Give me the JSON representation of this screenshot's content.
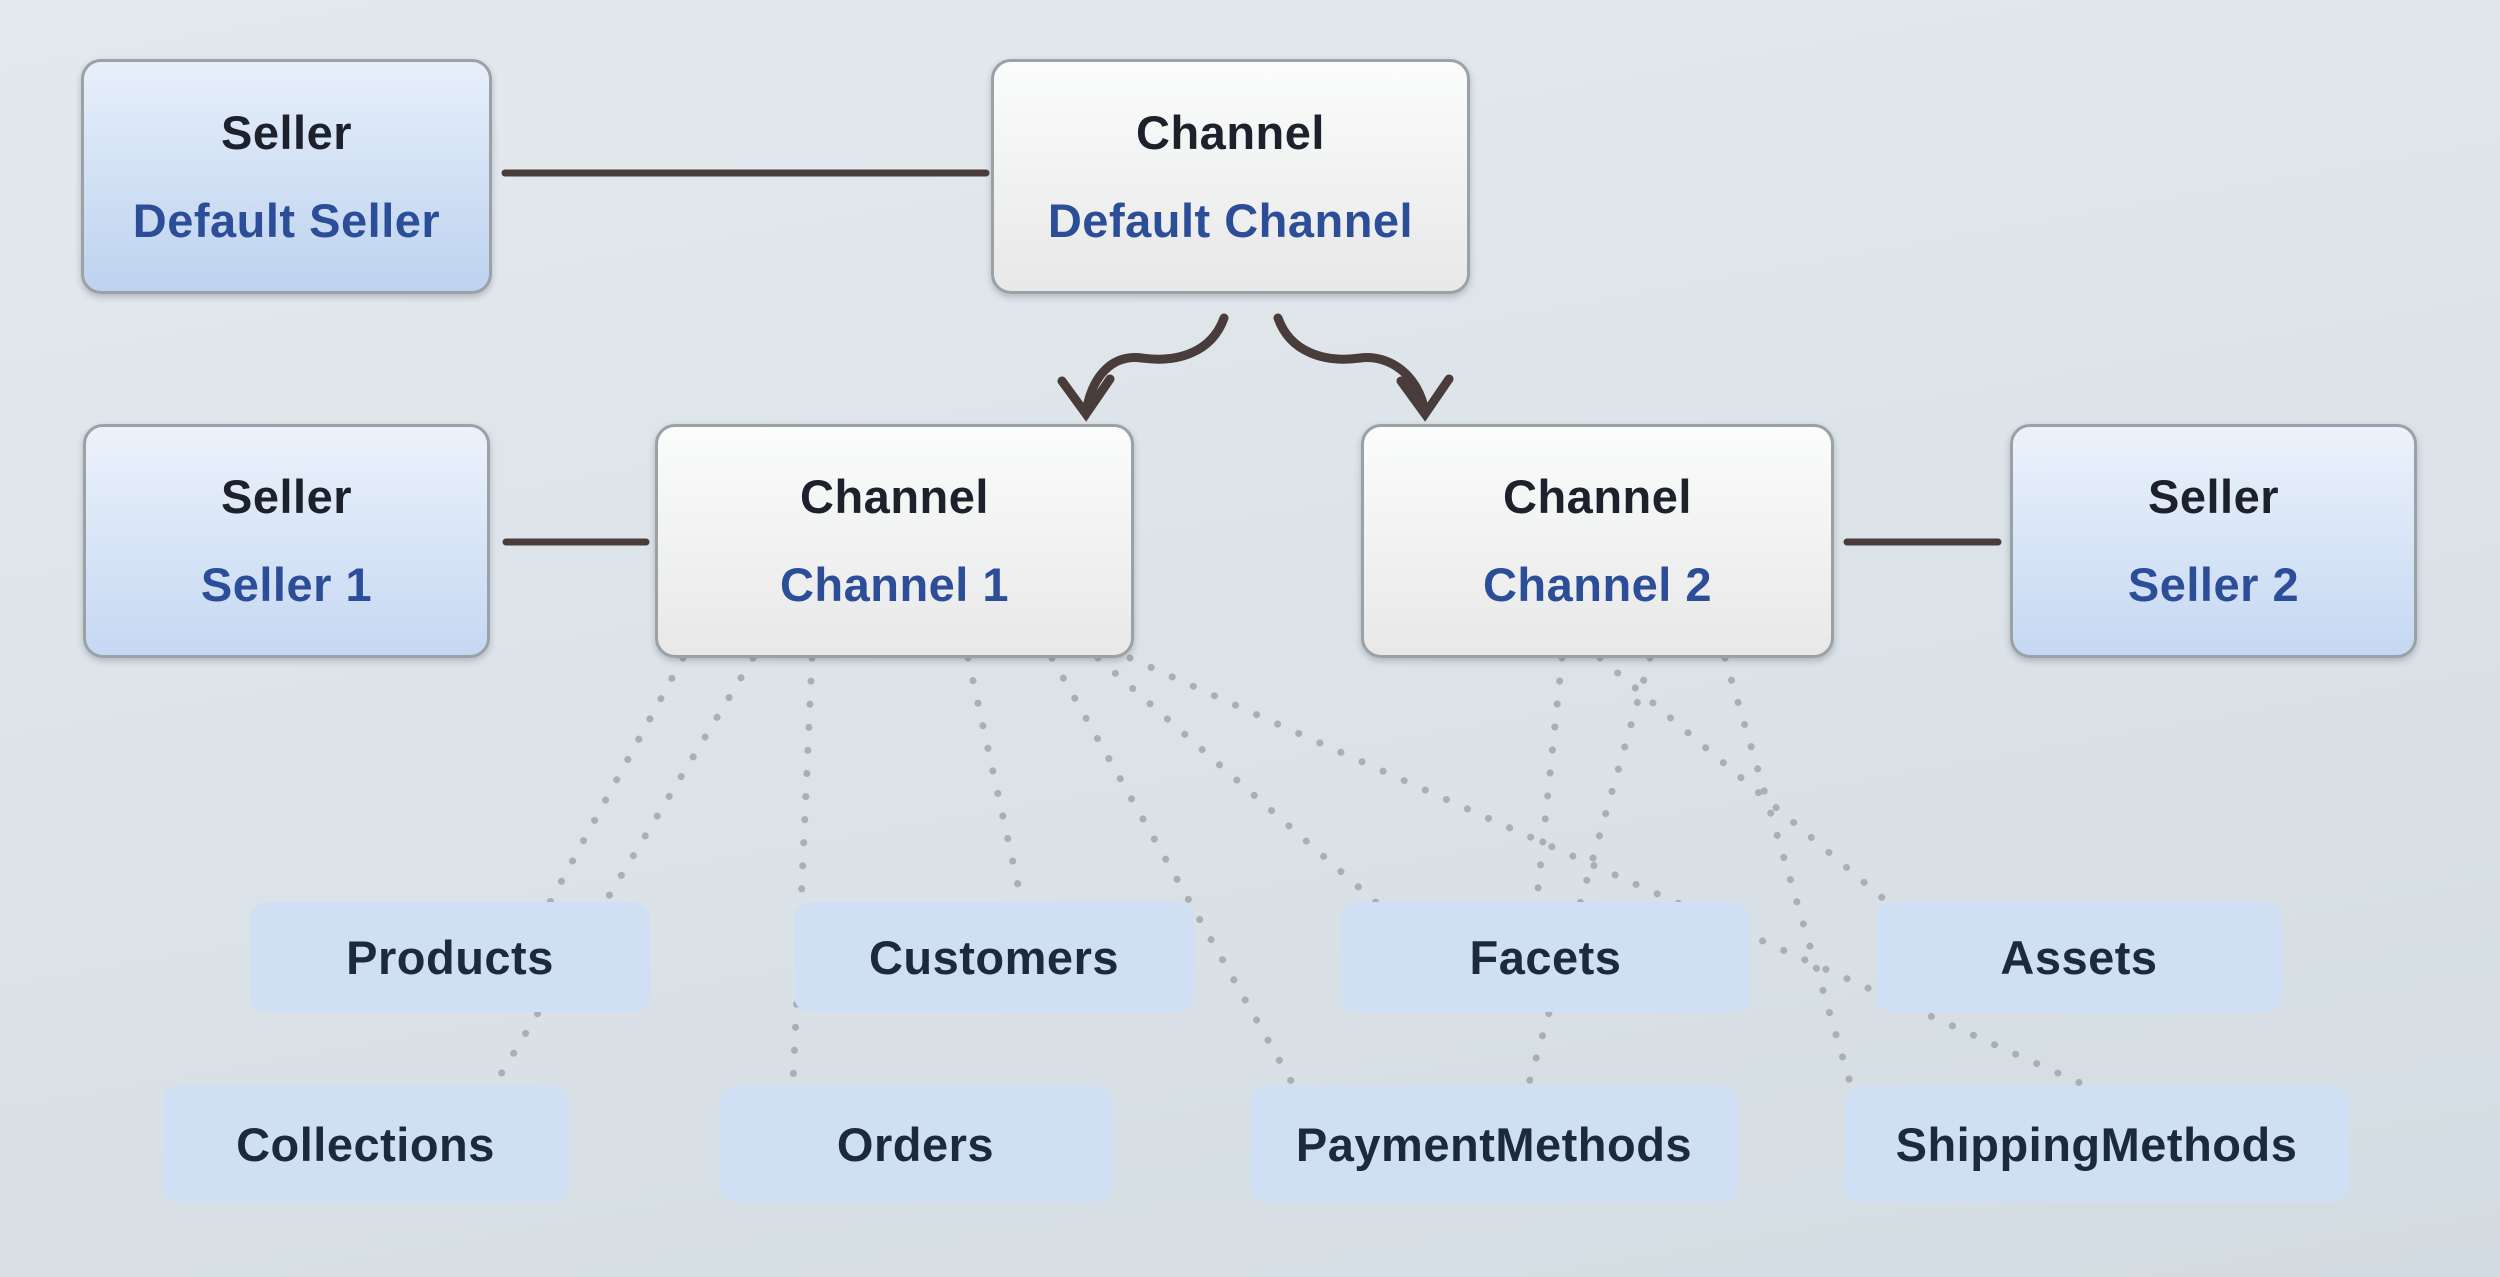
{
  "nodes": {
    "default_seller": {
      "type_label": "Seller",
      "name_label": "Default Seller"
    },
    "default_channel": {
      "type_label": "Channel",
      "name_label": "Default Channel"
    },
    "seller1": {
      "type_label": "Seller",
      "name_label": "Seller 1"
    },
    "channel1": {
      "type_label": "Channel",
      "name_label": "Channel 1"
    },
    "channel2": {
      "type_label": "Channel",
      "name_label": "Channel 2"
    },
    "seller2": {
      "type_label": "Seller",
      "name_label": "Seller 2"
    }
  },
  "entities": {
    "products": {
      "label": "Products"
    },
    "customers": {
      "label": "Customers"
    },
    "facets": {
      "label": "Facets"
    },
    "assets": {
      "label": "Assets"
    },
    "collections": {
      "label": "Collections"
    },
    "orders": {
      "label": "Orders"
    },
    "payment_methods": {
      "label": "PaymentMethods"
    },
    "shipping_methods": {
      "label": "ShippingMethods"
    }
  },
  "colors": {
    "accent_blue": "#2c4e99",
    "title_dark": "#1c212b",
    "entity_fill": "#cfe0f4",
    "entity_text": "#1d2a3e",
    "seller_box_fill_top": "#ecf2fb",
    "seller_box_fill_bottom": "#c5d8f2",
    "channel_box_fill_top": "#fbfcfc",
    "channel_box_fill_bottom": "#e7e8e7",
    "box_border": "#9aa2a8",
    "connector_solid": "#493d3b",
    "connector_dotted": "#a9afb4",
    "background_top": "#e4e9ed",
    "background_bottom": "#d3dce2"
  }
}
